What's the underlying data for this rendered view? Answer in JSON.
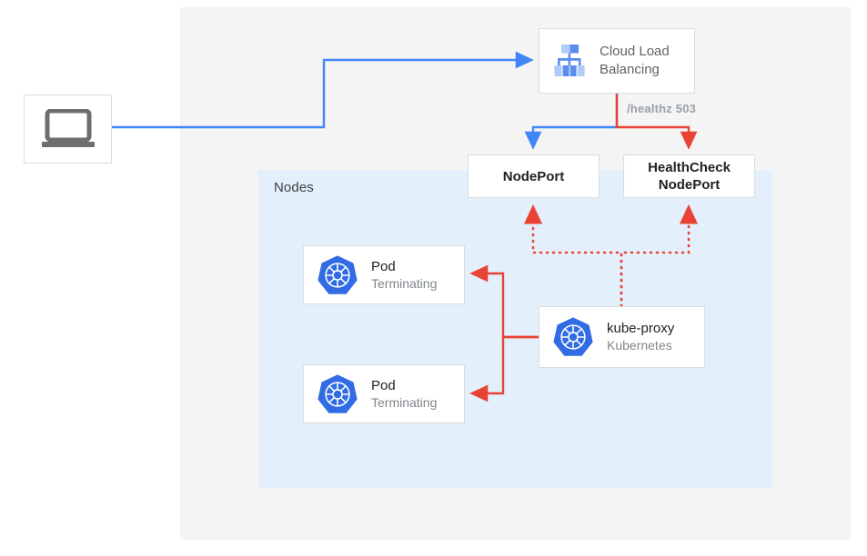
{
  "diagram": {
    "regions": {
      "outer_label": "",
      "nodes_label": "Nodes"
    },
    "colors": {
      "blue": "#4285f4",
      "red": "#ea4335",
      "nodes_bg": "#e3f0fc",
      "outer_bg": "#f4f4f4",
      "k8s_blue": "#326ce5",
      "gray_text": "#5f6368",
      "muted_text": "#80868b",
      "edge_label": "#9aa0a6"
    },
    "nodes": [
      {
        "id": "client",
        "icon": "laptop-icon",
        "title": "",
        "subtitle": ""
      },
      {
        "id": "cloud-load-balancing",
        "icon": "cloud-load-balancing-icon",
        "title": "Cloud Load",
        "title_line2": "Balancing"
      },
      {
        "id": "nodeport",
        "title": "NodePort"
      },
      {
        "id": "healthcheck-nodeport",
        "title": "HealthCheck",
        "title_line2": "NodePort"
      },
      {
        "id": "pod-1",
        "icon": "kubernetes-icon",
        "title": "Pod",
        "subtitle": "Terminating"
      },
      {
        "id": "pod-2",
        "icon": "kubernetes-icon",
        "title": "Pod",
        "subtitle": "Terminating"
      },
      {
        "id": "kube-proxy",
        "icon": "kubernetes-icon",
        "title": "kube-proxy",
        "subtitle": "Kubernetes"
      }
    ],
    "edges": [
      {
        "from": "client",
        "to": "cloud-load-balancing",
        "style": "solid",
        "color": "#4285f4",
        "label": ""
      },
      {
        "from": "cloud-load-balancing",
        "to": "nodeport",
        "style": "solid",
        "color": "#4285f4",
        "label": ""
      },
      {
        "from": "cloud-load-balancing",
        "to": "healthcheck-nodeport",
        "style": "solid",
        "color": "#ea4335",
        "label": "/healthz 503"
      },
      {
        "from": "kube-proxy",
        "to": "nodeport",
        "style": "dotted",
        "color": "#ea4335",
        "label": ""
      },
      {
        "from": "kube-proxy",
        "to": "healthcheck-nodeport",
        "style": "dotted",
        "color": "#ea4335",
        "label": ""
      },
      {
        "from": "kube-proxy",
        "to": "pod-1",
        "style": "solid",
        "color": "#ea4335",
        "label": ""
      },
      {
        "from": "kube-proxy",
        "to": "pod-2",
        "style": "solid",
        "color": "#ea4335",
        "label": ""
      }
    ],
    "labels": {
      "healthz": "/healthz 503"
    }
  }
}
